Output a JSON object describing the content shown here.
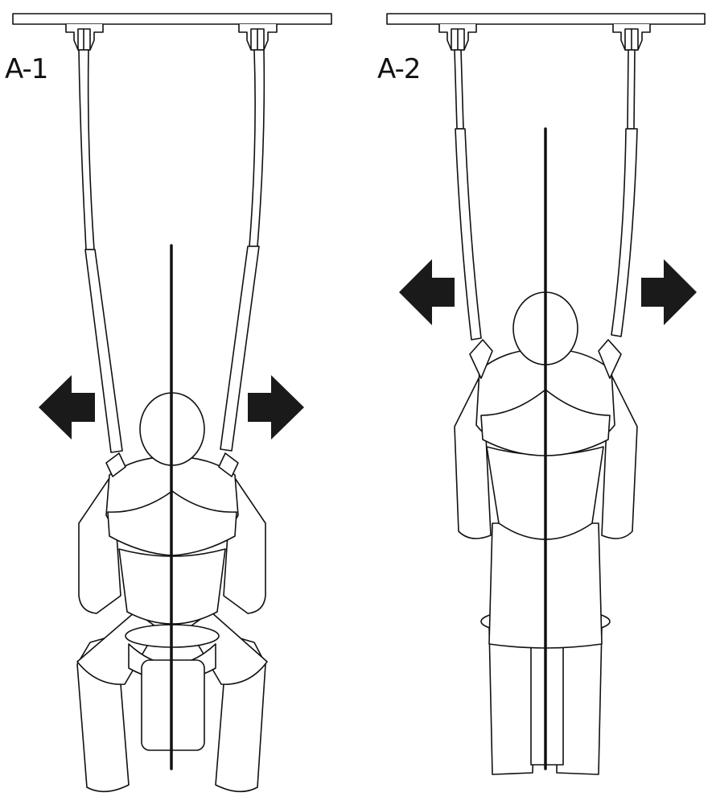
{
  "panels": [
    {
      "label": "A-1",
      "arrows": [
        "left-arrow",
        "right-arrow"
      ]
    },
    {
      "label": "A-2",
      "arrows": [
        "left-arrow",
        "right-arrow"
      ]
    }
  ],
  "colors": {
    "line": "#111111",
    "fill": "#ffffff",
    "arrow": "#1a1a1a"
  }
}
